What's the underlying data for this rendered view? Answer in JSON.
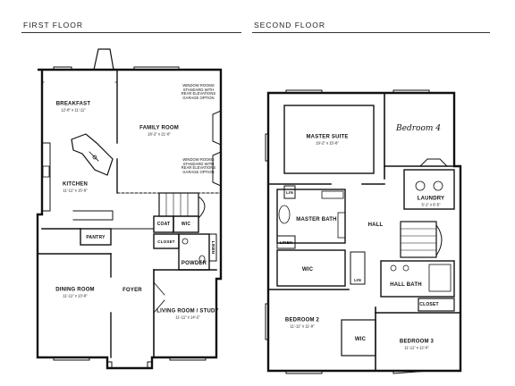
{
  "first_floor": {
    "title": "FIRST FLOOR",
    "rooms": {
      "breakfast": {
        "name": "BREAKFAST",
        "dims": "12'-8\" x 11'-11\""
      },
      "family_room": {
        "name": "FAMILY ROOM",
        "dims": "18'-2\" x 21'-0\""
      },
      "kitchen": {
        "name": "KITCHEN",
        "dims": "11'-11\" x 15'-9\""
      },
      "coat": {
        "name": "COAT"
      },
      "wic": {
        "name": "WIC"
      },
      "pantry": {
        "name": "PANTRY"
      },
      "closet": {
        "name": "CLOSET"
      },
      "linen": {
        "name": "LINEN"
      },
      "powder": {
        "name": "POWDER"
      },
      "dining_room": {
        "name": "DINING ROOM",
        "dims": "11'-11\" x 13'-9\""
      },
      "foyer": {
        "name": "FOYER"
      },
      "living_room": {
        "name": "LIVING ROOM / STUDY",
        "dims": "11'-11\" x 14'-2\""
      }
    },
    "window_notes": [
      "WINDOW ROOMS STANDARD WITH REAR ELEVATIONS GARAGE OPTION",
      "WINDOW ROOMS STANDARD WITH REAR ELEVATIONS GARAGE OPTION"
    ]
  },
  "second_floor": {
    "title": "SECOND FLOOR",
    "rooms": {
      "master_suite": {
        "name": "MASTER SUITE",
        "dims": "19'-2\" x 15'-8\""
      },
      "bedroom4": {
        "name": "Bedroom 4"
      },
      "lin_top": {
        "name": "LIN"
      },
      "master_bath": {
        "name": "MASTER BATH"
      },
      "linen": {
        "name": "LINEN"
      },
      "laundry": {
        "name": "LAUNDRY",
        "dims": "5'-1\" x 6'-5\""
      },
      "hall": {
        "name": "HALL"
      },
      "wic_master": {
        "name": "WIC"
      },
      "lin_mid": {
        "name": "LIN"
      },
      "hall_bath": {
        "name": "HALL BATH"
      },
      "closet": {
        "name": "CLOSET"
      },
      "bedroom2": {
        "name": "BEDROOM 2",
        "dims": "11'-11\" x 11'-9\""
      },
      "wic_bed2": {
        "name": "WIC"
      },
      "bedroom3": {
        "name": "BEDROOM 3",
        "dims": "11'-11\" x 12'-0\""
      }
    }
  }
}
